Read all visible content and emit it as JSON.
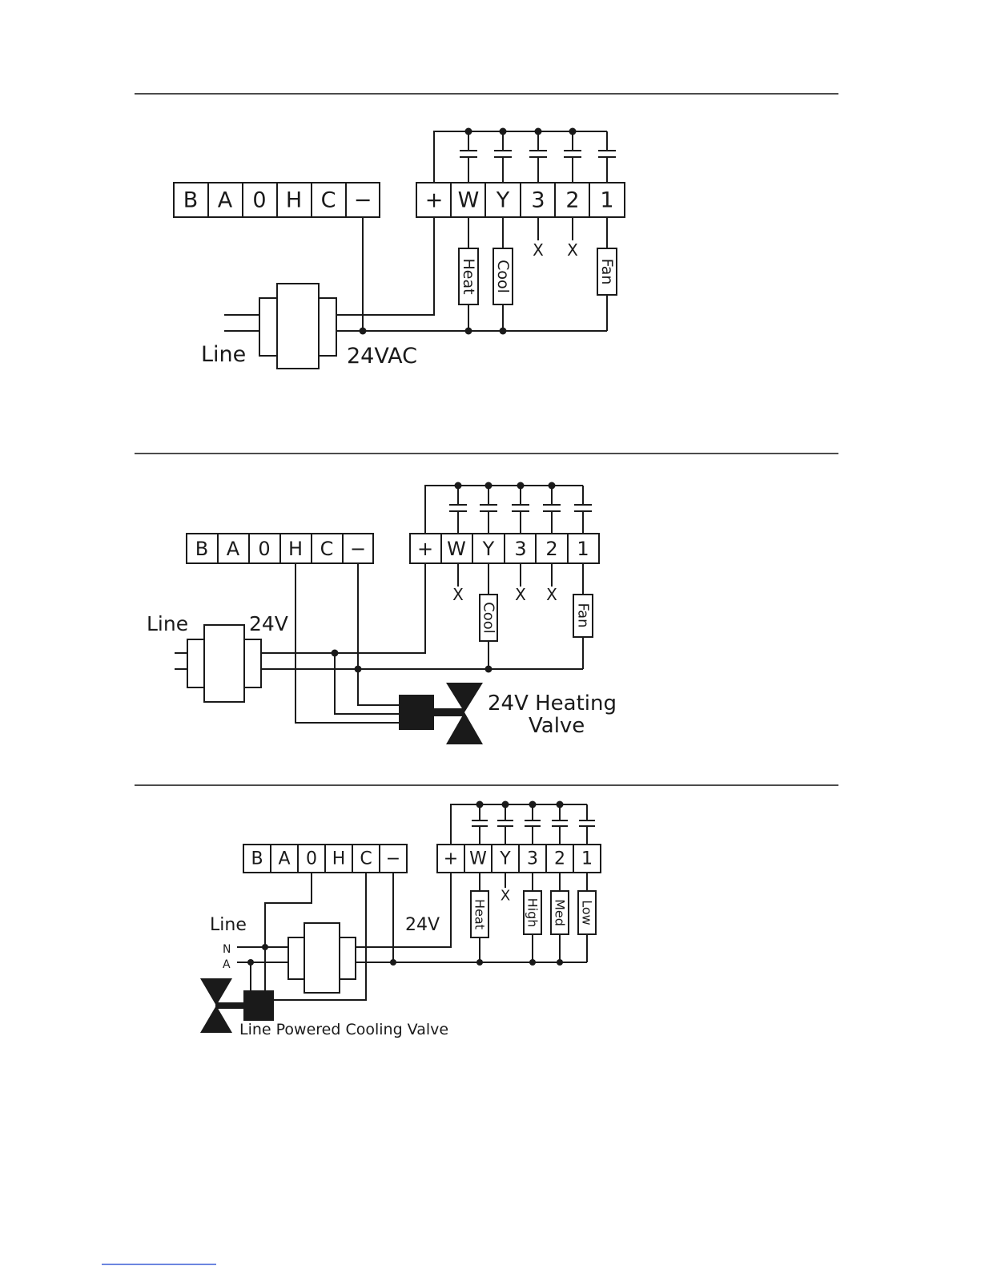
{
  "diagram1": {
    "left_terminals": [
      "B",
      "A",
      "0",
      "H",
      "C",
      "−"
    ],
    "right_terminals": [
      "+",
      "W",
      "Y",
      "3",
      "2",
      "1"
    ],
    "loads": {
      "heat": "Heat",
      "cool": "Cool",
      "fan": "Fan"
    },
    "no_connect": "X",
    "line_label": "Line",
    "voltage_label": "24VAC"
  },
  "diagram2": {
    "left_terminals": [
      "B",
      "A",
      "0",
      "H",
      "C",
      "−"
    ],
    "right_terminals": [
      "+",
      "W",
      "Y",
      "3",
      "2",
      "1"
    ],
    "loads": {
      "cool": "Cool",
      "fan": "Fan"
    },
    "no_connect": "X",
    "line_label": "Line",
    "voltage_label": "24V",
    "valve_label_1": "24V Heating",
    "valve_label_2": "Valve"
  },
  "diagram3": {
    "left_terminals": [
      "B",
      "A",
      "0",
      "H",
      "C",
      "−"
    ],
    "right_terminals": [
      "+",
      "W",
      "Y",
      "3",
      "2",
      "1"
    ],
    "loads": {
      "heat": "Heat",
      "high": "High",
      "med": "Med",
      "low": "Low"
    },
    "no_connect": "X",
    "line_label": "Line",
    "neutral_label": "N",
    "active_label": "A",
    "voltage_label": "24V",
    "valve_label": "Line Powered Cooling Valve"
  }
}
